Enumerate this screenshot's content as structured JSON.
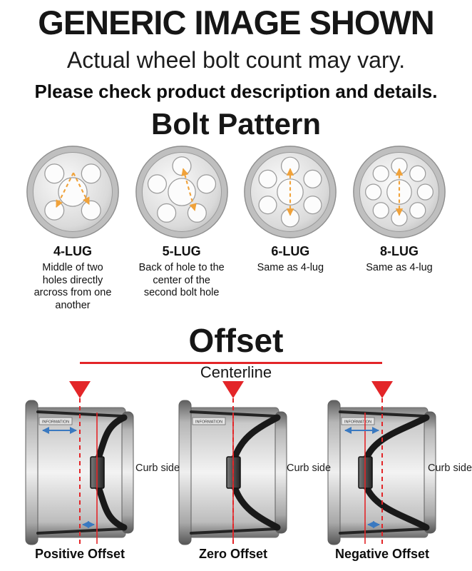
{
  "header": {
    "title": "GENERIC IMAGE SHOWN",
    "subtitle": "Actual wheel bolt count may vary.",
    "note": "Please check product description and details."
  },
  "bolt_pattern": {
    "heading": "Bolt Pattern",
    "patterns": [
      {
        "label": "4-LUG",
        "lugs": 4,
        "description": "Middle of two holes directly arcross from one another"
      },
      {
        "label": "5-LUG",
        "lugs": 5,
        "description": "Back of hole to the center of the second bolt hole"
      },
      {
        "label": "6-LUG",
        "lugs": 6,
        "description": "Same as 4-lug"
      },
      {
        "label": "8-LUG",
        "lugs": 8,
        "description": "Same as 4-lug"
      }
    ]
  },
  "offset": {
    "heading": "Offset",
    "centerline_label": "Centerline",
    "barrel_text": "INFORMATION",
    "diagrams": [
      {
        "label": "Positive Offset",
        "curb_label": "Curb side"
      },
      {
        "label": "Zero Offset",
        "curb_label": "Curb side"
      },
      {
        "label": "Negative Offset",
        "curb_label": "Curb side"
      }
    ]
  },
  "colors": {
    "accent_red": "#e32528",
    "measure_orange": "#f0a23a",
    "arrow_blue": "#3a79c0",
    "text": "#111111"
  }
}
